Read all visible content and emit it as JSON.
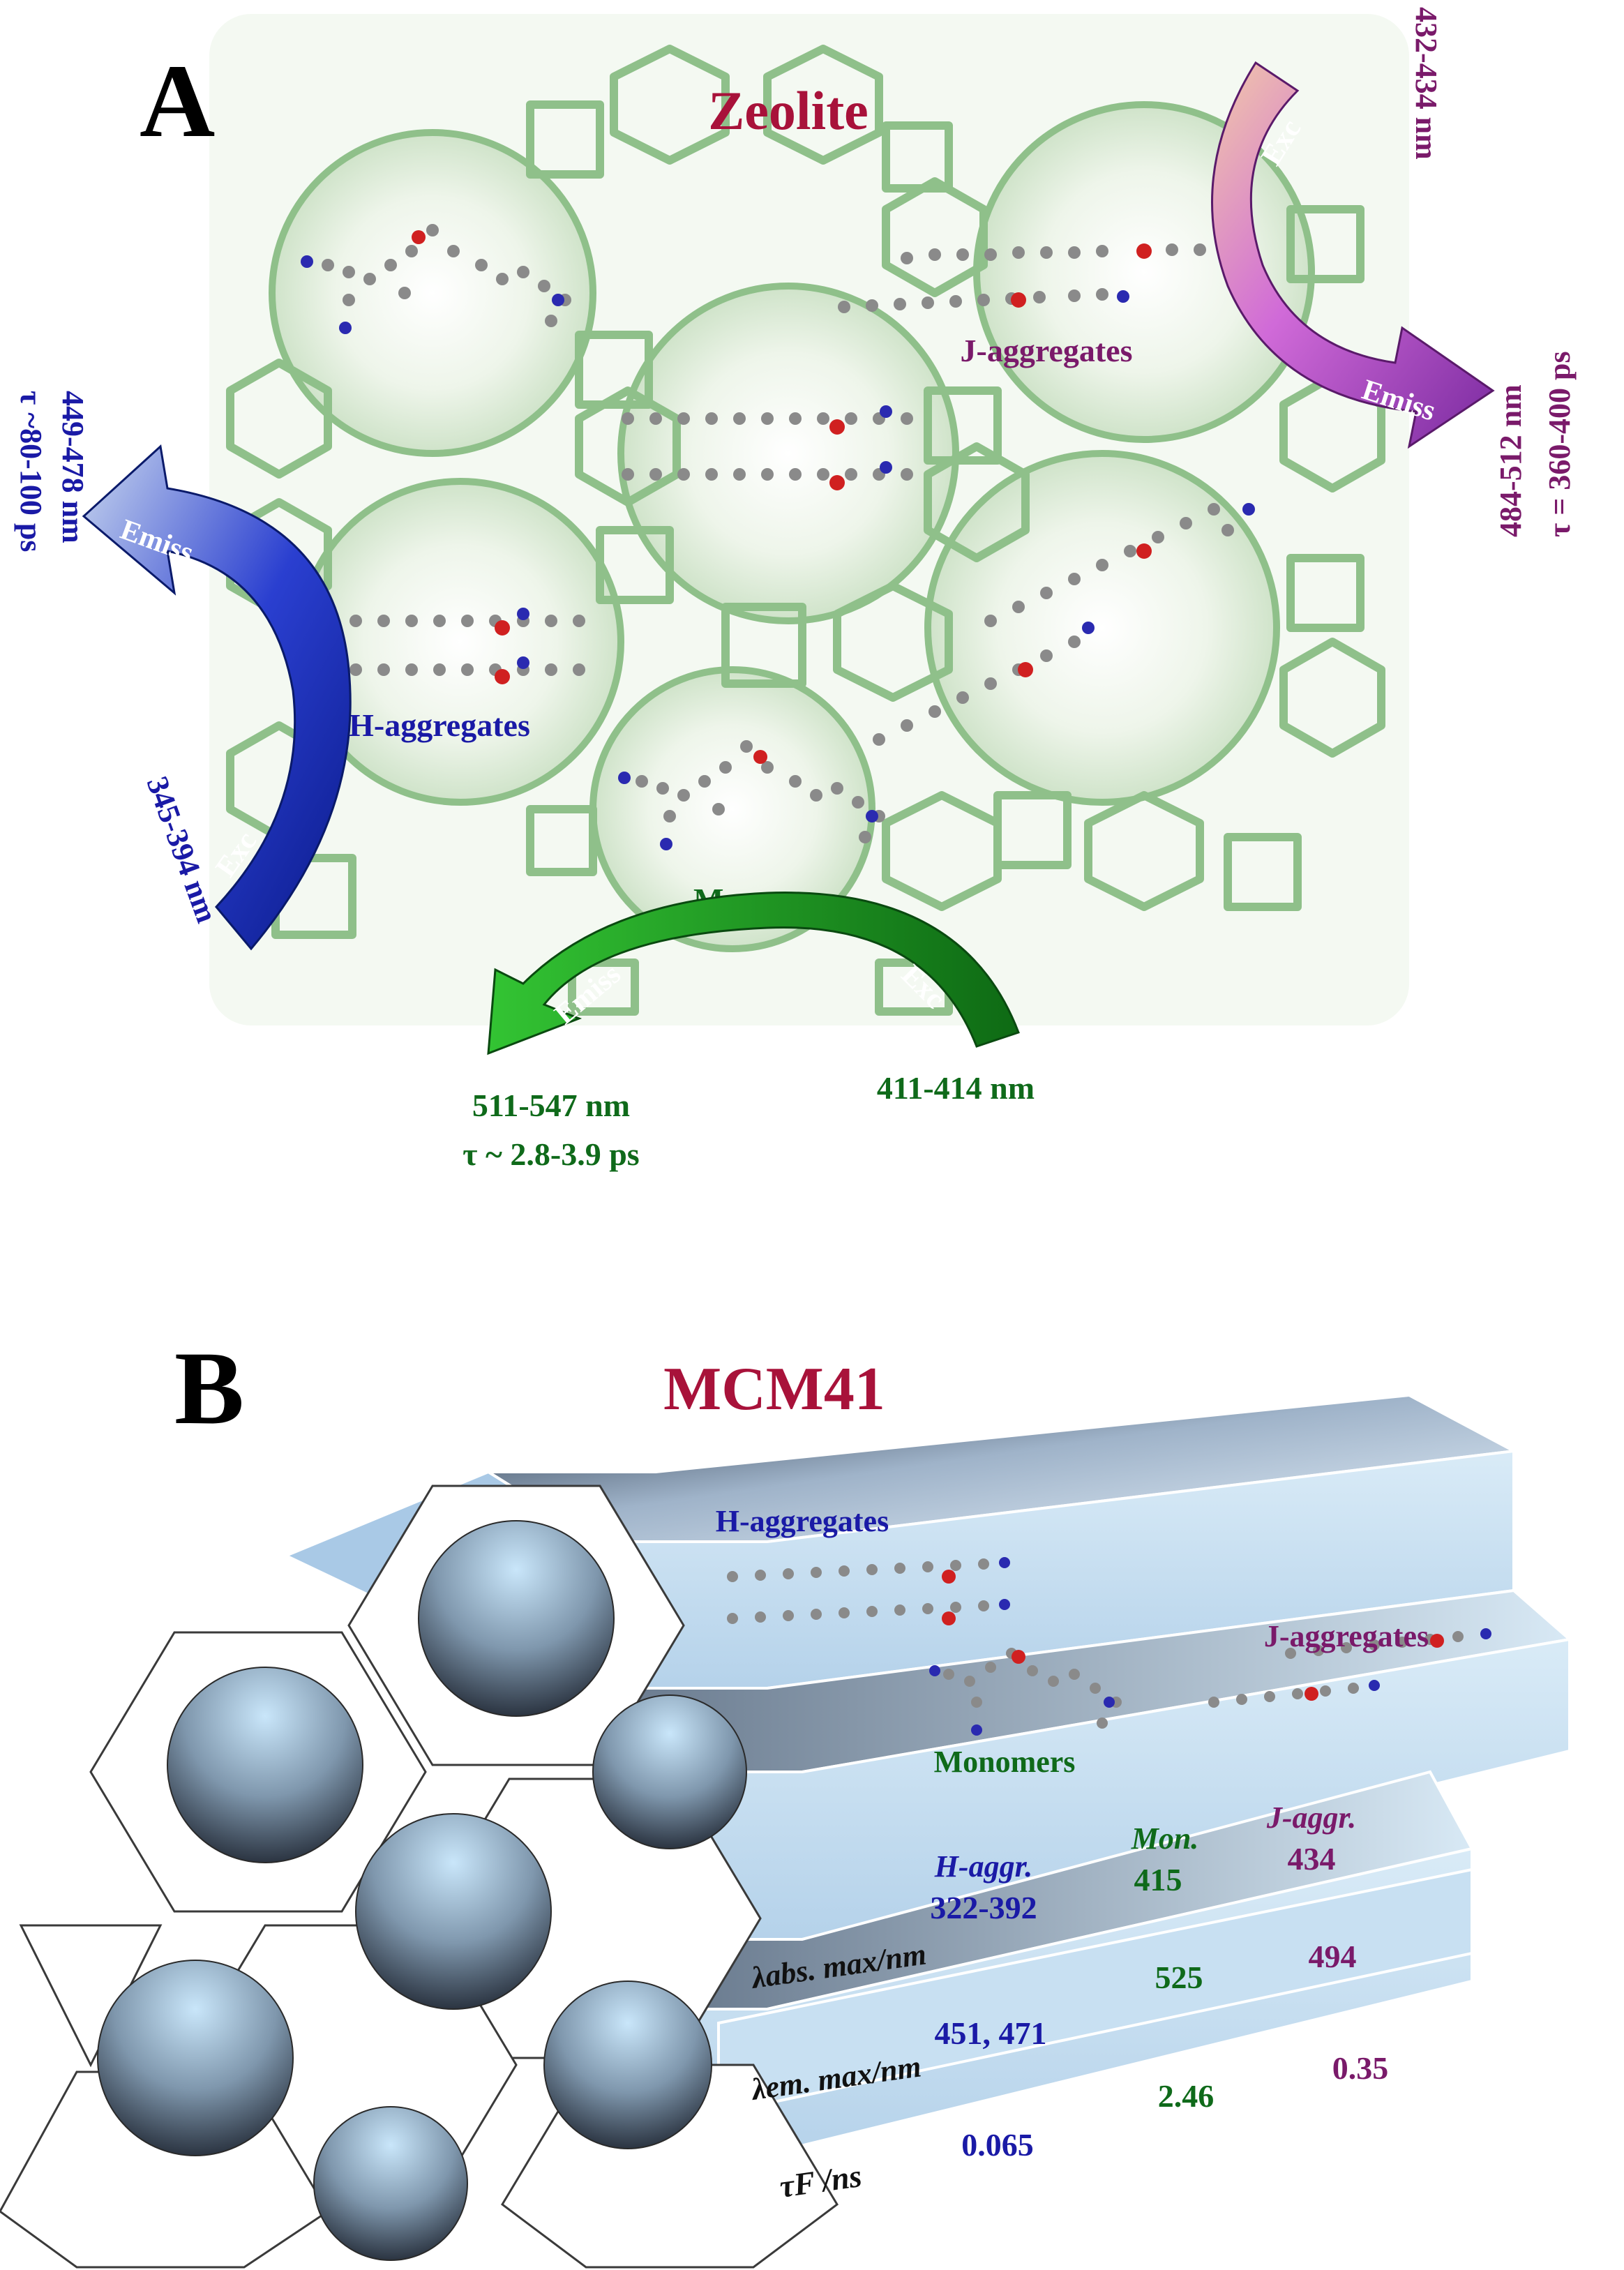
{
  "panel_a": {
    "label": "A",
    "title": "Zeolite",
    "j_aggregates": "J-aggregates",
    "h_aggregates": "H-aggregates",
    "monomers": "Monomers",
    "j_exc_label": "Exc",
    "j_emiss_label": "Emiss",
    "j_exc_wavelength": "432-434 nm",
    "j_emiss_wavelength": "484-512 nm",
    "j_emiss_lifetime": "τ = 360-400 ps",
    "h_emiss_label": "Emiss",
    "h_exc_label": "Exc",
    "h_emiss_wavelength": "449-478 nm",
    "h_emiss_lifetime": "τ ~80-100 ps",
    "h_exc_wavelength": "345-394 nm",
    "m_emiss_label": "Emiss",
    "m_exc_label": "Exc",
    "m_emiss_wavelength": "511-547 nm",
    "m_emiss_lifetime": "τ ~ 2.8-3.9 ps",
    "m_exc_wavelength": "411-414 nm"
  },
  "panel_b": {
    "label": "B",
    "title": "MCM41",
    "h_aggregates": "H-aggregates",
    "monomers": "Monomers",
    "j_aggregates": "J-aggregates",
    "col_h": "H-aggr.",
    "col_mon": "Mon.",
    "col_j": "J-aggr.",
    "row_abs_label": "λabs. max/nm",
    "row_em_label": "λem. max/nm",
    "row_tau_label": "τF /ns",
    "abs_h": "322-392",
    "abs_mon": "415",
    "abs_j": "434",
    "em_h": "451, 471",
    "em_mon": "525",
    "em_j": "494",
    "tau_h": "0.065",
    "tau_mon": "2.46",
    "tau_j": "0.35"
  },
  "colors": {
    "title_red": "#a8123a",
    "blue": "#1a1aa6",
    "purple": "#7a1a6a",
    "green": "#0f6a1a",
    "framework_green": "#8fc08a"
  }
}
